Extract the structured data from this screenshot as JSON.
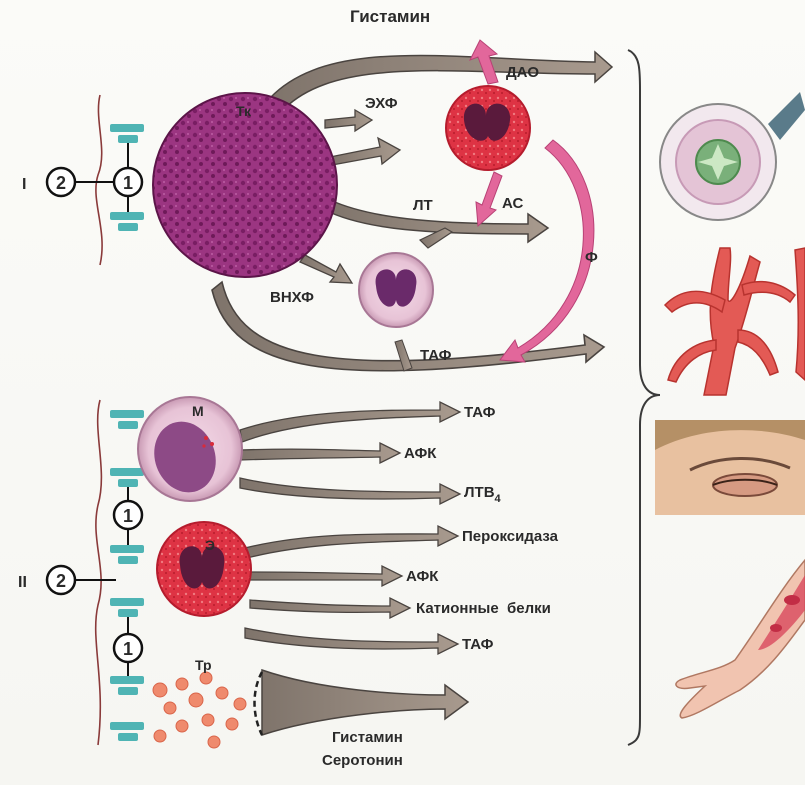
{
  "labels": {
    "histamine_top": "Гистамин",
    "dao": "ДАО",
    "ehf": "ЭХФ",
    "tk": "Тк",
    "lt": "ЛТ",
    "as": "АС",
    "f": "Ф",
    "vnhf": "ВНХФ",
    "taf_top": "ТАФ",
    "group1": "I",
    "group2": "II",
    "circle1": "1",
    "circle2": "2",
    "m": "М",
    "m_taf": "ТАФ",
    "m_afk": "АФК",
    "m_ltb_base": "ЛТВ",
    "m_ltb_sub": "4",
    "e": "Э",
    "e_perox": "Пероксидаза",
    "e_afk": "АФК",
    "e_cation": "Катионные  белки",
    "e_taf": "ТАФ",
    "tr": "Тр",
    "histamine_bottom": "Гистамин",
    "serotonin": "Серотонин"
  },
  "colors": {
    "mast_cell": "#9b2f7c",
    "neutrophil": "#d9263a",
    "receptor": "#4fb4b4",
    "arrow": "#8b7d72",
    "pink_arrow": "#e2679b"
  }
}
